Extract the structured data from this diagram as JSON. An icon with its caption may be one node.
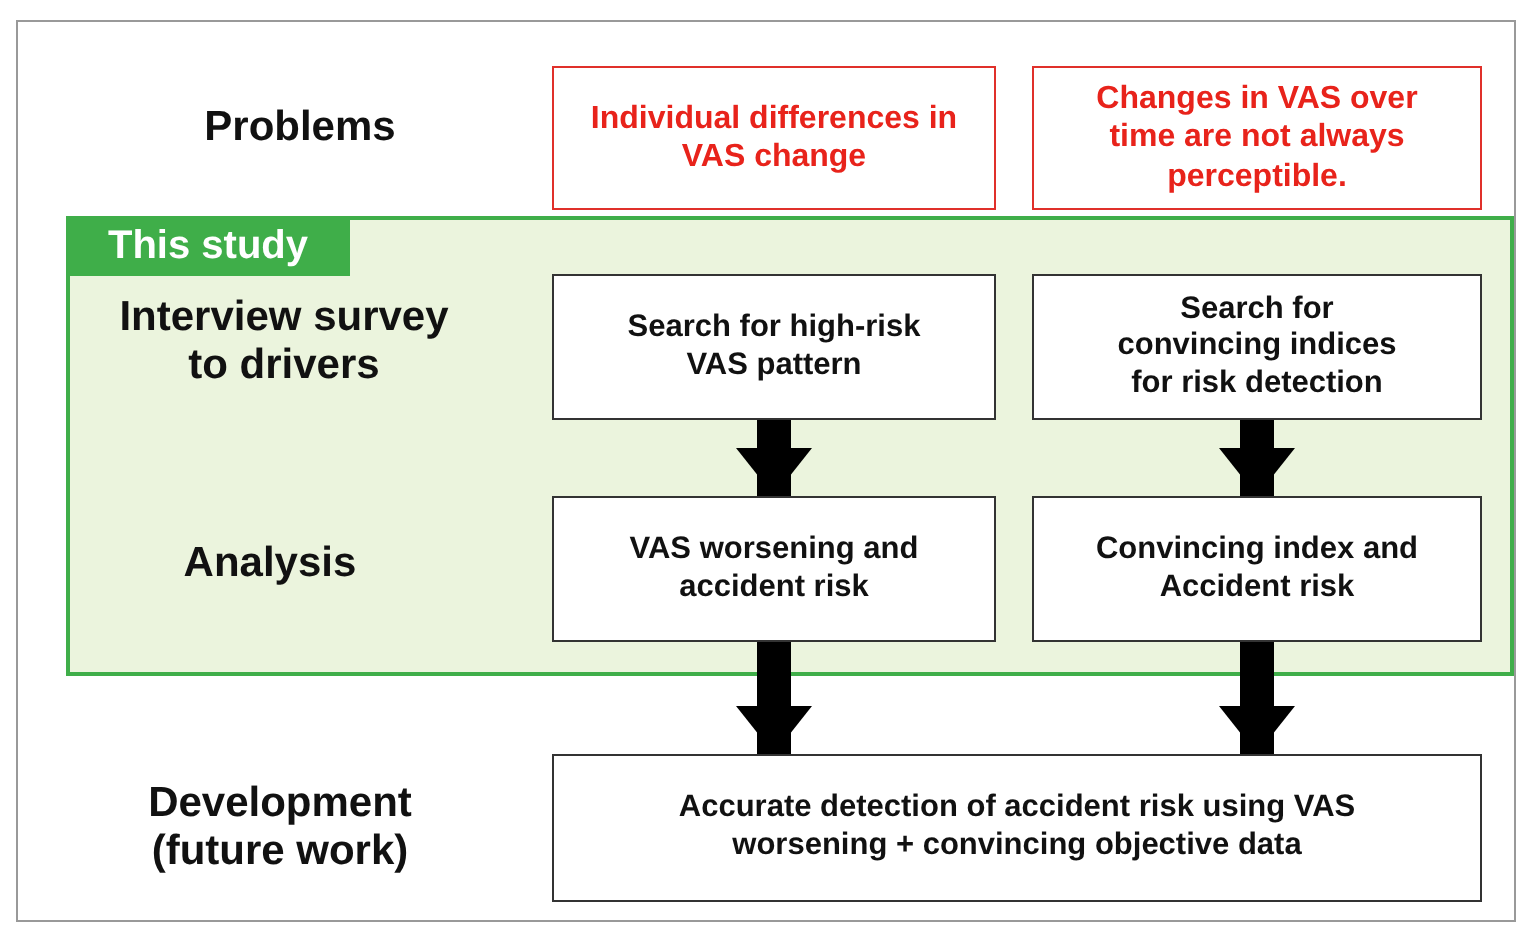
{
  "diagram": {
    "nodes": [
      {
        "text": [
          "Individual differences in VAS change"
        ]
      },
      {
        "text": [
          "Changes in VAS over time are not always perceptible."
        ]
      },
      {
        "text": [
          "This study"
        ]
      },
      {
        "text": [
          "Search for high-risk VAS pattern"
        ],
        "in": 2
      },
      {
        "text": [
          "Search for convincing indices for risk detection"
        ],
        "in": 2
      },
      {
        "text": [
          "VAS worsening and accident risk"
        ],
        "in": 2
      },
      {
        "text": [
          "Convincing index and Accident risk"
        ],
        "in": 2
      },
      {
        "text": [
          "Accurate detection of accident risk using VAS worsening + convincing objective data"
        ]
      }
    ],
    "edges": [
      {
        "from": 3,
        "to": 5,
        "arrow": "to"
      },
      {
        "from": 4,
        "to": 6,
        "arrow": "to"
      },
      {
        "from": 5,
        "to": 7,
        "arrow": "to"
      },
      {
        "from": 6,
        "to": 7,
        "arrow": "to"
      }
    ],
    "labels": [
      "Problems",
      "Interview survey to drivers",
      "Analysis",
      "Development (future work)"
    ]
  }
}
